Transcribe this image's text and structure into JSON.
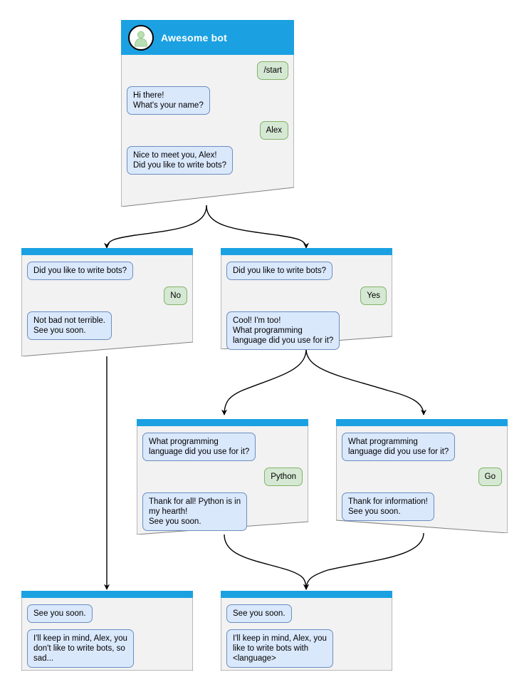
{
  "diagram": {
    "title": "Awesome bot conversation flow",
    "colors": {
      "header_blue": "#1ba1e2",
      "card_body": "#f2f2f2",
      "card_border": "#808080",
      "bot_bubble_fill": "#dae8fc",
      "bot_bubble_border": "#6c8ebf",
      "user_bubble_fill": "#d5e8d4",
      "user_bubble_border": "#82b366",
      "edge": "#000000",
      "avatar_fill": "#ffffff",
      "avatar_person": "#b9dfb4"
    },
    "bot_name": "Awesome bot",
    "avatar_icon": "person-avatar-icon"
  },
  "nodes": [
    {
      "id": "root",
      "name": "card-start",
      "has_header": true,
      "title": "Awesome bot",
      "messages": [
        {
          "side": "user",
          "text": "/start"
        },
        {
          "side": "bot",
          "text": "Hi there!\nWhat's your name?"
        },
        {
          "side": "user",
          "text": "Alex"
        },
        {
          "side": "bot",
          "text": "Nice to meet you, Alex!\nDid you like to write bots?"
        }
      ]
    },
    {
      "id": "no",
      "name": "card-answer-no",
      "has_header": false,
      "title": "",
      "messages": [
        {
          "side": "bot",
          "text": "Did you like to write bots?"
        },
        {
          "side": "user",
          "text": "No"
        },
        {
          "side": "bot",
          "text": "Not bad not terrible.\nSee you soon."
        }
      ]
    },
    {
      "id": "yes",
      "name": "card-answer-yes",
      "has_header": false,
      "title": "",
      "messages": [
        {
          "side": "bot",
          "text": "Did you like to write bots?"
        },
        {
          "side": "user",
          "text": "Yes"
        },
        {
          "side": "bot",
          "text": "Cool! I'm too!\nWhat programming\nlanguage did you use for it?"
        }
      ]
    },
    {
      "id": "python",
      "name": "card-answer-python",
      "has_header": false,
      "title": "",
      "messages": [
        {
          "side": "bot",
          "text": "What programming\nlanguage did you use for it?"
        },
        {
          "side": "user",
          "text": "Python"
        },
        {
          "side": "bot",
          "text": "Thank for all! Python is in\nmy hearth!\nSee you soon."
        }
      ]
    },
    {
      "id": "go",
      "name": "card-answer-go",
      "has_header": false,
      "title": "",
      "messages": [
        {
          "side": "bot",
          "text": "What programming\nlanguage did you use for it?"
        },
        {
          "side": "user",
          "text": "Go"
        },
        {
          "side": "bot",
          "text": "Thank for information!\nSee you soon."
        }
      ]
    },
    {
      "id": "end-no",
      "name": "card-end-negative",
      "has_header": false,
      "title": "",
      "messages": [
        {
          "side": "bot",
          "text": "See you soon."
        },
        {
          "side": "bot",
          "text": "I'll keep in mind, Alex, you\ndon't like to write bots, so\nsad..."
        }
      ]
    },
    {
      "id": "end-yes",
      "name": "card-end-positive",
      "has_header": false,
      "title": "",
      "messages": [
        {
          "side": "bot",
          "text": "See you soon."
        },
        {
          "side": "bot",
          "text": "I'll keep in mind, Alex, you\nlike to write bots with\n<language>"
        }
      ]
    }
  ]
}
